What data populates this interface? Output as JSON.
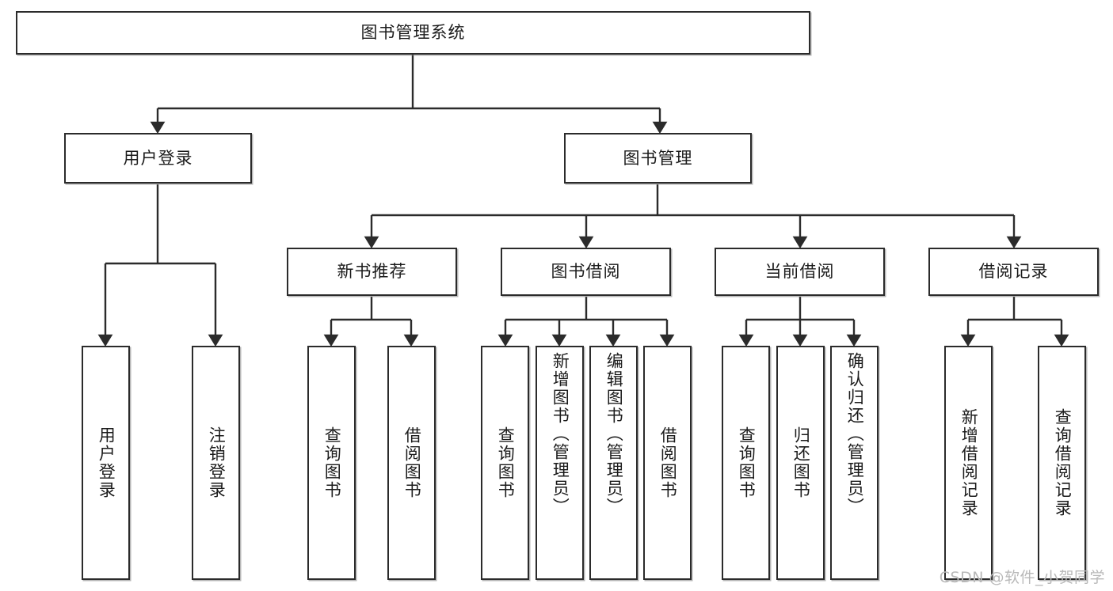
{
  "diagram": {
    "type": "tree-hierarchy-chart",
    "orientation": "top-down",
    "title": "图书管理系统",
    "watermark": "CSDN @软件_小贺同学",
    "root": {
      "id": "root",
      "label": "图书管理系统",
      "text_direction": "horizontal"
    },
    "level2": [
      {
        "id": "user-login",
        "label": "用户登录",
        "text_direction": "horizontal"
      },
      {
        "id": "book-manage",
        "label": "图书管理",
        "text_direction": "horizontal"
      }
    ],
    "level3": [
      {
        "id": "new-book-recommend",
        "label": "新书推荐",
        "parent": "book-manage",
        "text_direction": "horizontal"
      },
      {
        "id": "book-borrow",
        "label": "图书借阅",
        "parent": "book-manage",
        "text_direction": "horizontal"
      },
      {
        "id": "current-borrow",
        "label": "当前借阅",
        "parent": "book-manage",
        "text_direction": "horizontal"
      },
      {
        "id": "borrow-record",
        "label": "借阅记录",
        "parent": "book-manage",
        "text_direction": "horizontal"
      }
    ],
    "leaves": [
      {
        "id": "leaf-user-login",
        "label": "用户登录",
        "parent": "user-login",
        "text_direction": "vertical"
      },
      {
        "id": "leaf-user-logout",
        "label": "注销登录",
        "parent": "user-login",
        "text_direction": "vertical"
      },
      {
        "id": "leaf-rec-query-book",
        "label": "查询图书",
        "parent": "new-book-recommend",
        "text_direction": "vertical"
      },
      {
        "id": "leaf-rec-borrow-book",
        "label": "借阅图书",
        "parent": "new-book-recommend",
        "text_direction": "vertical"
      },
      {
        "id": "leaf-borrow-query-book",
        "label": "查询图书",
        "parent": "book-borrow",
        "text_direction": "vertical"
      },
      {
        "id": "leaf-borrow-add-book",
        "label": "新增图书（管理员）",
        "parent": "book-borrow",
        "text_direction": "vertical"
      },
      {
        "id": "leaf-borrow-edit-book",
        "label": "编辑图书（管理员）",
        "parent": "book-borrow",
        "text_direction": "vertical"
      },
      {
        "id": "leaf-borrow-borrow-book",
        "label": "借阅图书",
        "parent": "book-borrow",
        "text_direction": "vertical"
      },
      {
        "id": "leaf-current-query-book",
        "label": "查询图书",
        "parent": "current-borrow",
        "text_direction": "vertical"
      },
      {
        "id": "leaf-current-return-book",
        "label": "归还图书",
        "parent": "current-borrow",
        "text_direction": "vertical"
      },
      {
        "id": "leaf-current-confirm-return",
        "label": "确认归还（管理员）",
        "parent": "current-borrow",
        "text_direction": "vertical"
      },
      {
        "id": "leaf-record-add",
        "label": "新增借阅记录",
        "parent": "borrow-record",
        "text_direction": "vertical"
      },
      {
        "id": "leaf-record-query",
        "label": "查询借阅记录",
        "parent": "borrow-record",
        "text_direction": "vertical"
      }
    ],
    "colors": {
      "box_border": "#2b2b2b",
      "box_fill": "#ffffff",
      "connector": "#2b2b2b",
      "text": "#1b1b1b",
      "watermark": "#b9b9b9",
      "background": "#ffffff"
    }
  }
}
